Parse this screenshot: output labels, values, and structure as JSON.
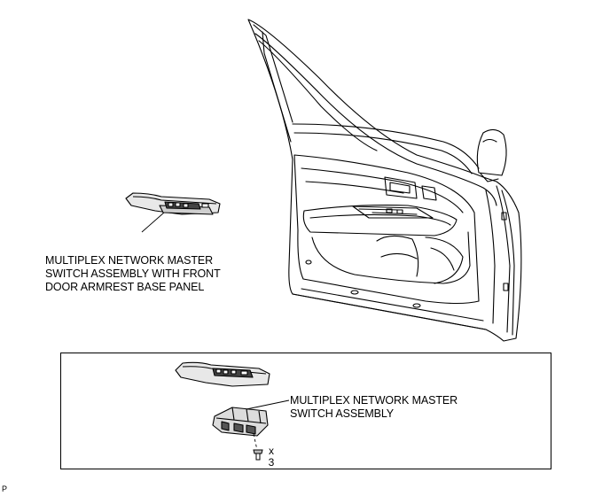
{
  "callouts": {
    "top_label": [
      "MULTIPLEX NETWORK MASTER",
      "SWITCH ASSEMBLY WITH FRONT",
      "DOOR ARMREST BASE PANEL"
    ],
    "inset_label": [
      "MULTIPLEX NETWORK MASTER",
      "SWITCH ASSEMBLY"
    ]
  },
  "fastener": {
    "symbol": "x",
    "quantity": "3"
  },
  "figure_id": "P",
  "icons": [
    "door-panel-illustration",
    "switch-panel-illustration",
    "switch-assembly-illustration",
    "screw-icon"
  ]
}
